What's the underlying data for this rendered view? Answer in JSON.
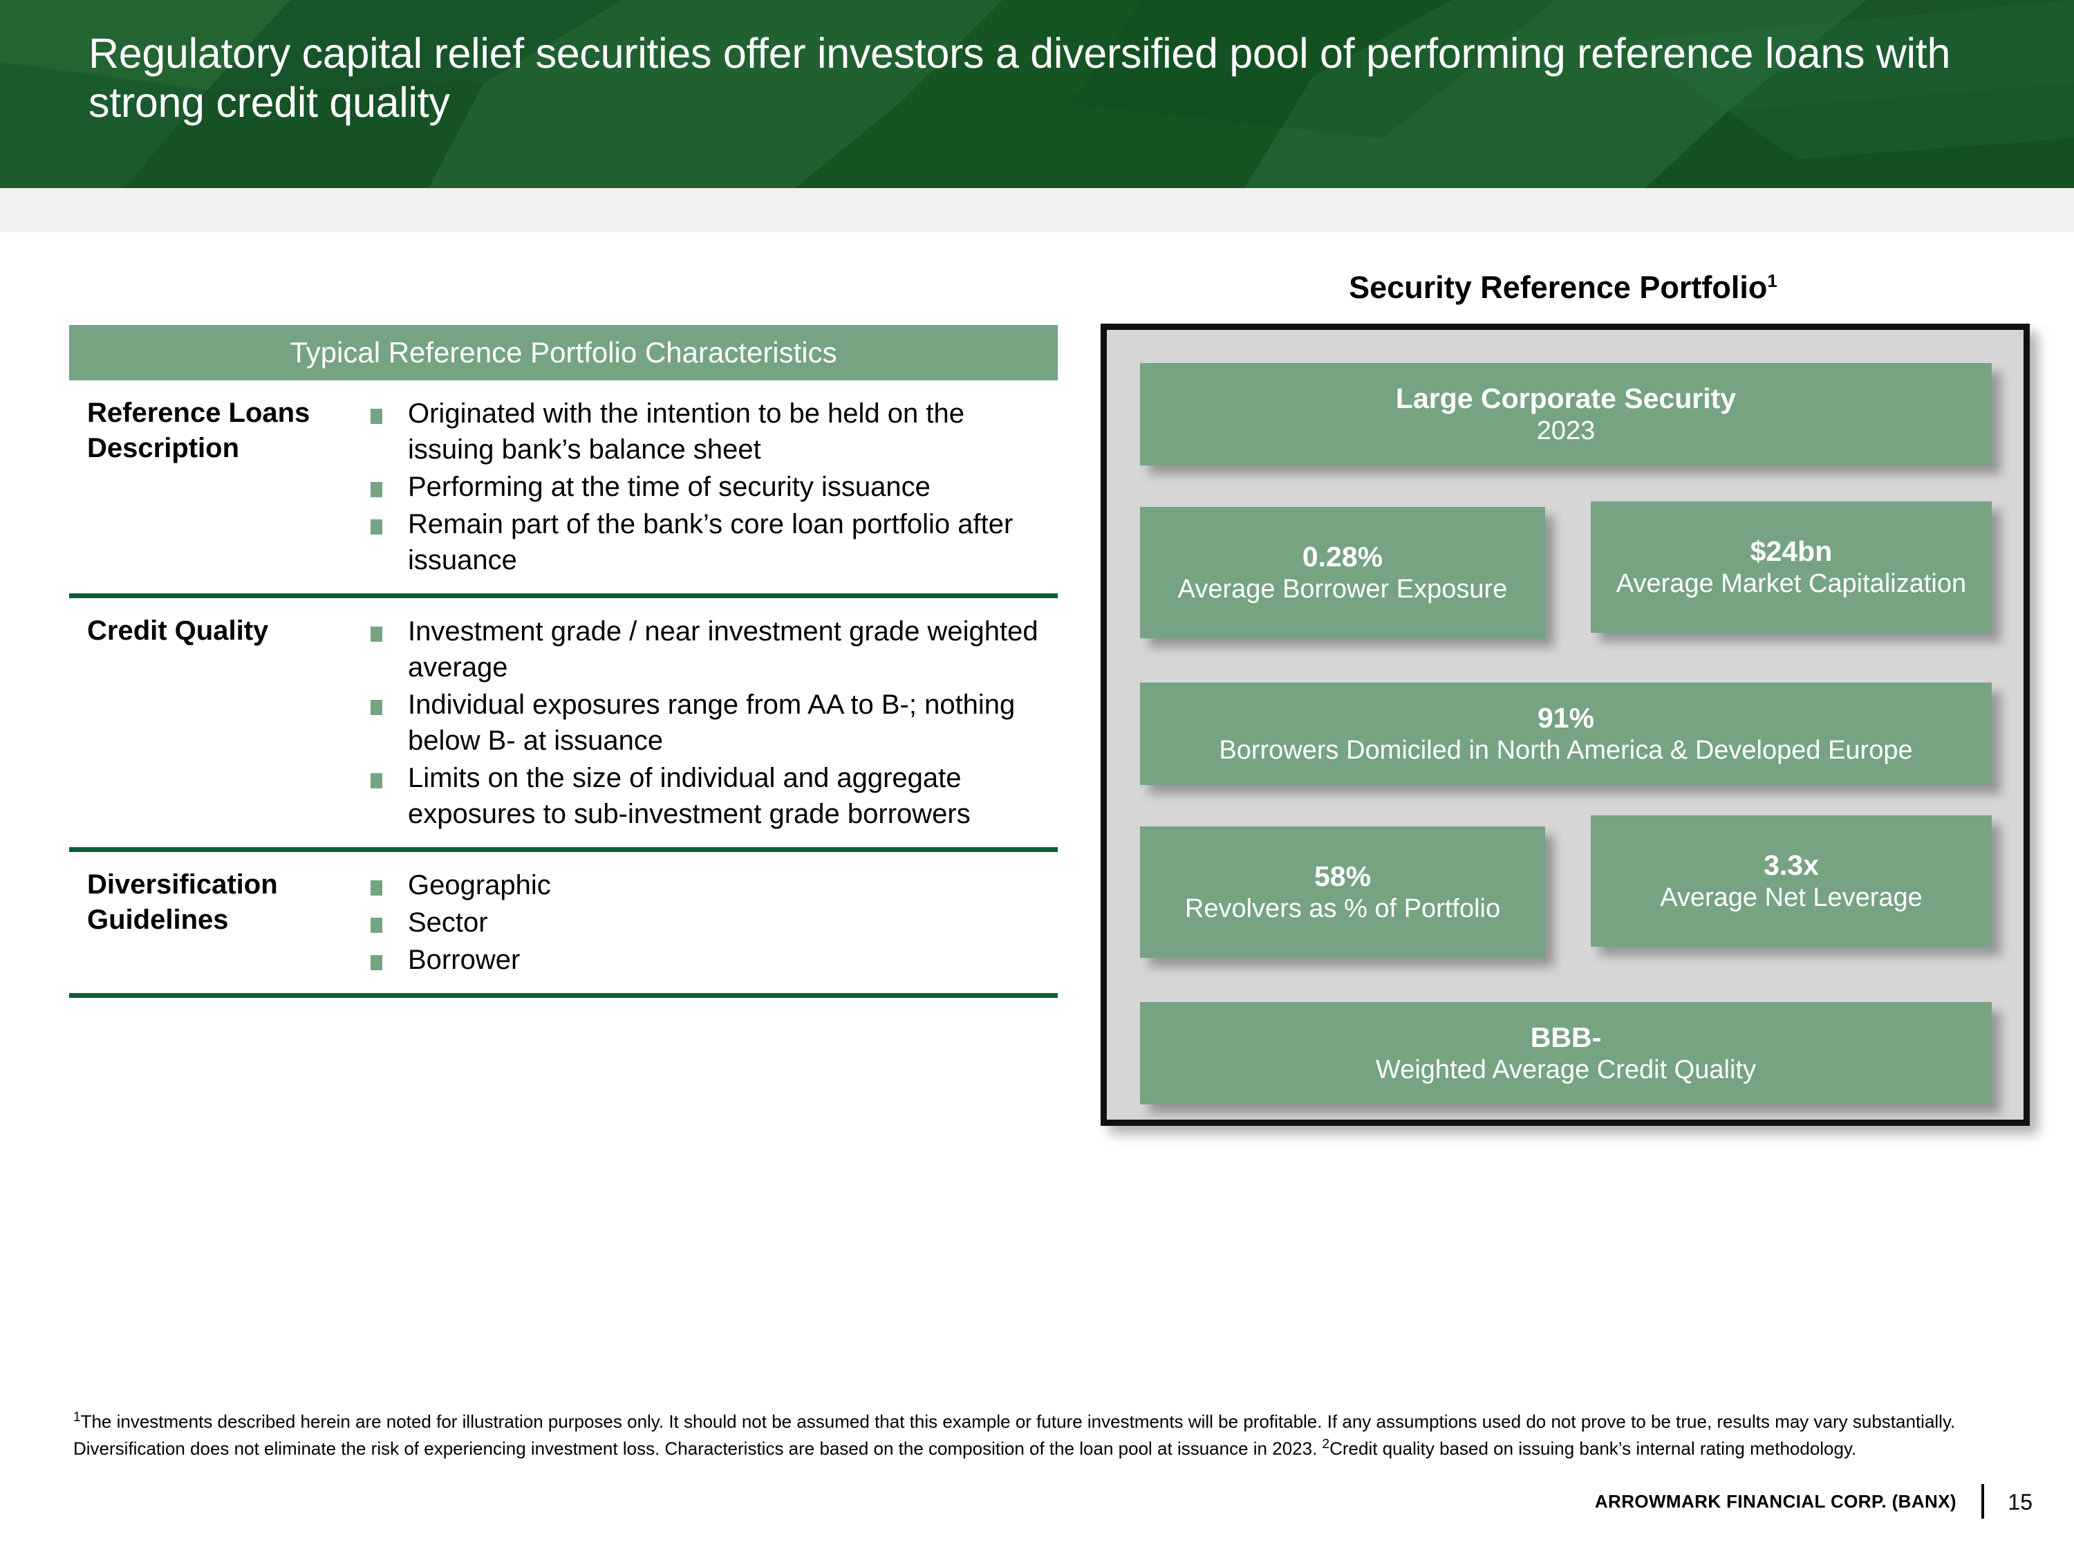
{
  "header": {
    "title": "Regulatory capital relief securities offer investors a diversified pool of performing reference loans with strong credit quality",
    "bg_color": "#1d5a2c"
  },
  "colors": {
    "brand_green_dark": "#1d5a2c",
    "accent_green": "#76a382",
    "rule_green": "#0c5c36",
    "panel_gray": "#d6d6d6",
    "band_gray": "#f1f1f1"
  },
  "left_table": {
    "header_label": "Typical Reference Portfolio Characteristics",
    "rows": [
      {
        "label": "Reference Loans Description",
        "bullets": [
          "Originated with the intention to be held on the issuing bank’s balance sheet",
          "Performing at the time of security issuance",
          "Remain part of the bank’s core loan portfolio after issuance"
        ]
      },
      {
        "label": "Credit Quality",
        "bullets": [
          "Investment grade / near investment grade weighted average",
          "Individual exposures range from AA to B-; nothing below B- at issuance",
          "Limits on the size of individual and aggregate exposures to sub-investment grade borrowers"
        ]
      },
      {
        "label": "Diversification Guidelines",
        "bullets": [
          "Geographic",
          "Sector",
          "Borrower"
        ]
      }
    ]
  },
  "right_panel": {
    "title": "Security Reference Portfolio",
    "title_footnote_marker": "1",
    "cards": [
      {
        "id": "large",
        "value": "Large Corporate Security",
        "sub": "2023"
      },
      {
        "id": "exposure",
        "value": "0.28%",
        "sub": "Average Borrower Exposure"
      },
      {
        "id": "mktcap",
        "value": "$24bn",
        "sub": "Average Market Capitalization"
      },
      {
        "id": "domicile",
        "value": "91%",
        "sub": "Borrowers Domiciled in North America & Developed Europe"
      },
      {
        "id": "revolver",
        "value": "58%",
        "sub": "Revolvers as % of Portfolio"
      },
      {
        "id": "leverage",
        "value": "3.3x",
        "sub": "Average Net Leverage"
      },
      {
        "id": "bbb",
        "value": "BBB-",
        "sub": "Weighted Average Credit Quality"
      }
    ]
  },
  "footer": {
    "footnote_marker_1": "1",
    "footnote_part_1": "The investments described herein are noted for illustration purposes only. It should not be assumed that this example or future investments will be profitable. If any assumptions used do not prove to be true, results may vary substantially. Diversification does not eliminate the risk of experiencing investment loss. Characteristics are based on the composition of the loan pool at issuance in 2023. ",
    "footnote_marker_2": "2",
    "footnote_part_2": "Credit quality based on issuing bank’s internal rating methodology.",
    "brand": "ARROWMARK FINANCIAL CORP. (BANX)",
    "page_number": "15"
  }
}
